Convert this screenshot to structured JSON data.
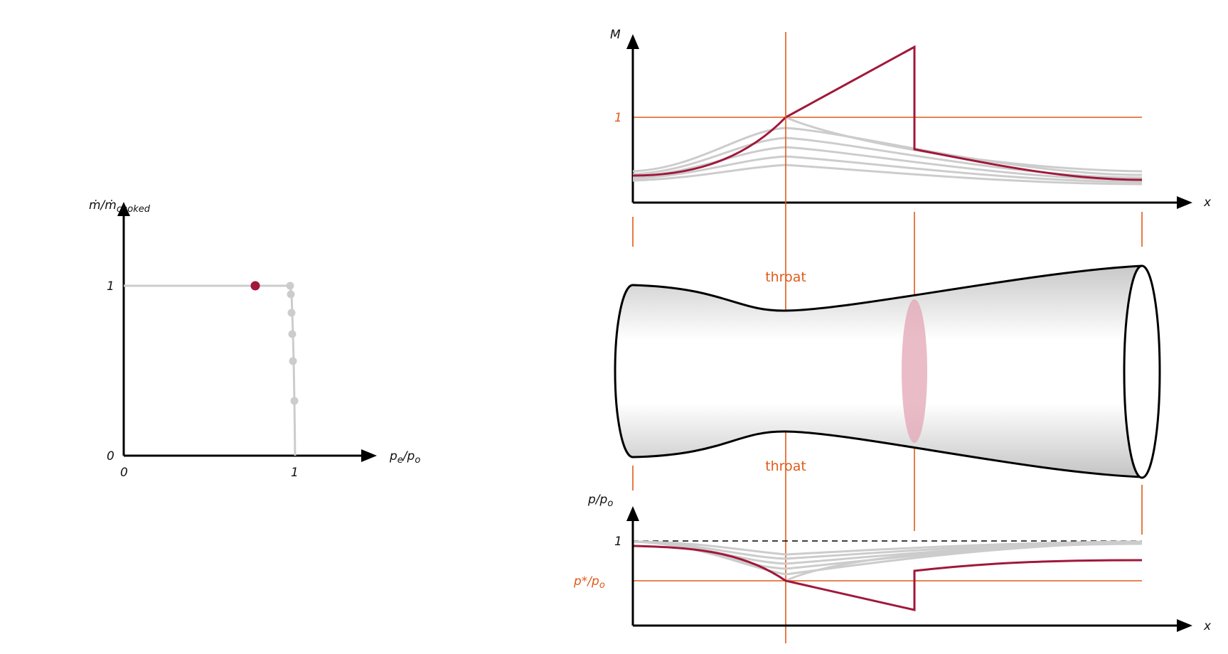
{
  "flow_plot": {
    "y_label": "ṁ/ṁ",
    "y_label_sub": "choked",
    "x_label": "p",
    "x_label_sub": "e",
    "x_label_slash": "/p",
    "x_label_sub2": "o",
    "tick_y_1": "1",
    "tick_y_0": "0",
    "tick_x_0": "0",
    "tick_x_1": "1"
  },
  "mach_plot": {
    "y_label": "M",
    "x_label": "x",
    "tick_1": "1"
  },
  "nozzle": {
    "throat_label_top": "throat",
    "throat_label_bottom": "throat"
  },
  "pressure_plot": {
    "y_label": "p/p",
    "y_label_sub": "o",
    "x_label": "x",
    "tick_1": "1",
    "tick_pstar": "p*/p",
    "tick_pstar_sub": "o"
  },
  "colors": {
    "accent_orange": "#e05a1a",
    "solution_red": "#a0183a",
    "family_gray": "#cccccc",
    "shock_fill": "#e3a6b4"
  }
}
